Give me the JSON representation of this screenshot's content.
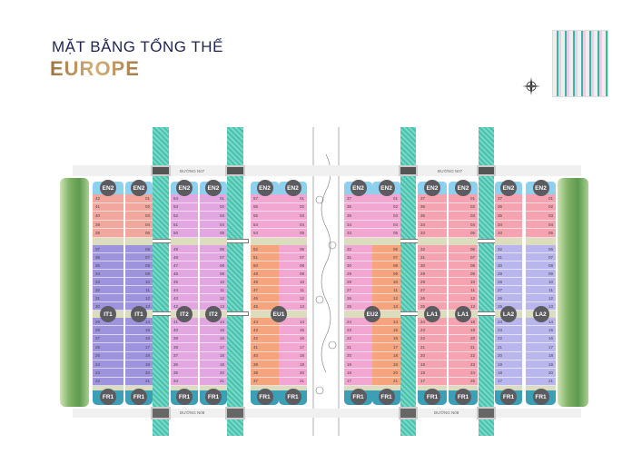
{
  "header": {
    "subtitle": "MẶT BẰNG TỔNG THỂ",
    "title": "EUROPE"
  },
  "roads": {
    "top": "ĐƯỜNG N07",
    "bottom": "ĐƯỜNG N08"
  },
  "colors": {
    "header_blue": "#8fd0ee",
    "salmon": "#f2a79e",
    "purple": "#9e93dd",
    "orchid": "#e2a7e0",
    "orange": "#f6a47e",
    "pink": "#f2a6d2",
    "rose": "#f5a3b0",
    "lavender": "#b9b6ee",
    "fr_teal": "#3c9fb6",
    "canal": "#48c2ae",
    "park": "#6aa657",
    "circle": "#5b5b60",
    "title_navy": "#1f2350",
    "title_gold": "#b8915a"
  },
  "compass": {
    "icon": "compass-rose-icon"
  },
  "minimap": {
    "icon": "site-minimap"
  },
  "columns": [
    {
      "zones": [
        "EN2",
        "IT1",
        "FR1"
      ],
      "colors": [
        "salmon",
        "purple",
        "purple"
      ],
      "top": [
        "42",
        "41",
        "40",
        "39",
        "38"
      ],
      "mid": [
        "37",
        "36",
        "35",
        "34",
        "33",
        "32",
        "31",
        "30"
      ],
      "low": [
        "29",
        "28",
        "27",
        "26",
        "25",
        "24",
        "23",
        "22"
      ]
    },
    {
      "zones": [
        "EN2",
        "IT1",
        "FR1"
      ],
      "colors": [
        "salmon",
        "purple",
        "purple"
      ],
      "top": [
        "01",
        "02",
        "03",
        "04",
        "05"
      ],
      "mid": [
        "06",
        "07",
        "08",
        "09",
        "10",
        "11",
        "12",
        "13"
      ],
      "low": [
        "14",
        "15",
        "16",
        "17",
        "18",
        "19",
        "20",
        "21"
      ]
    },
    {
      "zones": [
        "EN2",
        "IT2",
        "FR1"
      ],
      "colors": [
        "orchid",
        "orchid",
        "orchid"
      ],
      "top": [
        "54",
        "53",
        "52",
        "51",
        "50"
      ],
      "mid": [
        "49",
        "48",
        "47",
        "46",
        "45",
        "44",
        "43",
        "42"
      ],
      "low": [
        "41",
        "40",
        "39",
        "38",
        "37",
        "36",
        "35",
        "34"
      ]
    },
    {
      "zones": [
        "EN2",
        "IT2",
        "FR1"
      ],
      "colors": [
        "orchid",
        "orchid",
        "orchid"
      ],
      "top": [
        "01",
        "02",
        "03",
        "04",
        "05"
      ],
      "mid": [
        "06",
        "07",
        "08",
        "09",
        "10",
        "11",
        "12",
        "13"
      ],
      "low": [
        "14",
        "15",
        "16",
        "17",
        "18",
        "19",
        "20",
        "21"
      ]
    },
    {
      "zones": [
        "EN2",
        "EU1",
        "FR1"
      ],
      "colors": [
        "pink",
        "orange",
        "orange"
      ],
      "top": [
        "57",
        "56",
        "55",
        "54",
        "53"
      ],
      "mid": [
        "52",
        "51",
        "50",
        "49",
        "48",
        "47",
        "46",
        "45"
      ],
      "low": [
        "44",
        "43",
        "42",
        "41",
        "40",
        "39",
        "38",
        "37"
      ]
    },
    {
      "zones": [
        "EN2",
        "EU1",
        "FR1"
      ],
      "shared": true,
      "colors": [
        "pink",
        "pink",
        "pink"
      ],
      "top": [
        "01",
        "02",
        "03",
        "04",
        "05"
      ],
      "mid": [
        "06",
        "07",
        "08",
        "09",
        "10",
        "11",
        "12",
        "13"
      ],
      "low": [
        "14",
        "15",
        "16",
        "17",
        "18",
        "19",
        "20",
        "21"
      ]
    },
    {
      "zones": [
        "EN2",
        "EU2",
        "FR1"
      ],
      "colors": [
        "pink",
        "pink",
        "pink"
      ],
      "top": [
        "37",
        "36",
        "35",
        "34",
        "33"
      ],
      "mid": [
        "32",
        "31",
        "30",
        "29",
        "28",
        "27",
        "26",
        "25"
      ],
      "low": [
        "24",
        "23",
        "22",
        "21",
        "20",
        "19",
        "18",
        "17"
      ]
    },
    {
      "zones": [
        "EN2",
        "EU2",
        "FR1"
      ],
      "shared": true,
      "colors": [
        "pink",
        "orange",
        "orange"
      ],
      "top": [
        "01",
        "02",
        "03",
        "04",
        "05"
      ],
      "mid": [
        "06",
        "07",
        "08",
        "09",
        "10",
        "11",
        "12",
        "13"
      ],
      "low": [
        "14",
        "15",
        "16",
        "17",
        "18",
        "19",
        "20",
        "21"
      ]
    },
    {
      "zones": [
        "EN2",
        "LA1",
        "FR1"
      ],
      "colors": [
        "rose",
        "rose",
        "rose"
      ],
      "top": [
        "37",
        "36",
        "35",
        "34",
        "33"
      ],
      "mid": [
        "32",
        "31",
        "30",
        "29",
        "28",
        "27",
        "26",
        "25"
      ],
      "low": [
        "24",
        "23",
        "22",
        "21",
        "20",
        "19",
        "18",
        "17"
      ]
    },
    {
      "zones": [
        "EN2",
        "LA1",
        "FR1"
      ],
      "colors": [
        "rose",
        "rose",
        "rose"
      ],
      "top": [
        "01",
        "02",
        "03",
        "04",
        "05"
      ],
      "mid": [
        "06",
        "07",
        "08",
        "09",
        "10",
        "11",
        "12",
        "13"
      ],
      "low": [
        "18",
        "19",
        "20",
        "21",
        "22",
        "23",
        "24",
        "25"
      ]
    },
    {
      "zones": [
        "EN2",
        "LA2",
        "FR1"
      ],
      "colors": [
        "rose",
        "lavender",
        "lavender"
      ],
      "top": [
        "37",
        "36",
        "35",
        "34",
        "33"
      ],
      "mid": [
        "32",
        "31",
        "30",
        "29",
        "28",
        "27",
        "26",
        "25"
      ],
      "low": [
        "24",
        "23",
        "22",
        "21",
        "20",
        "19",
        "18",
        "17"
      ]
    },
    {
      "zones": [
        "EN2",
        "LA2",
        "FR1"
      ],
      "colors": [
        "rose",
        "lavender",
        "lavender"
      ],
      "top": [
        "01",
        "02",
        "03",
        "04",
        "05"
      ],
      "mid": [
        "06",
        "07",
        "08",
        "09",
        "10",
        "11",
        "12",
        "13"
      ],
      "low": [
        "14",
        "15",
        "16",
        "17",
        "18",
        "19",
        "20",
        "21"
      ]
    }
  ]
}
